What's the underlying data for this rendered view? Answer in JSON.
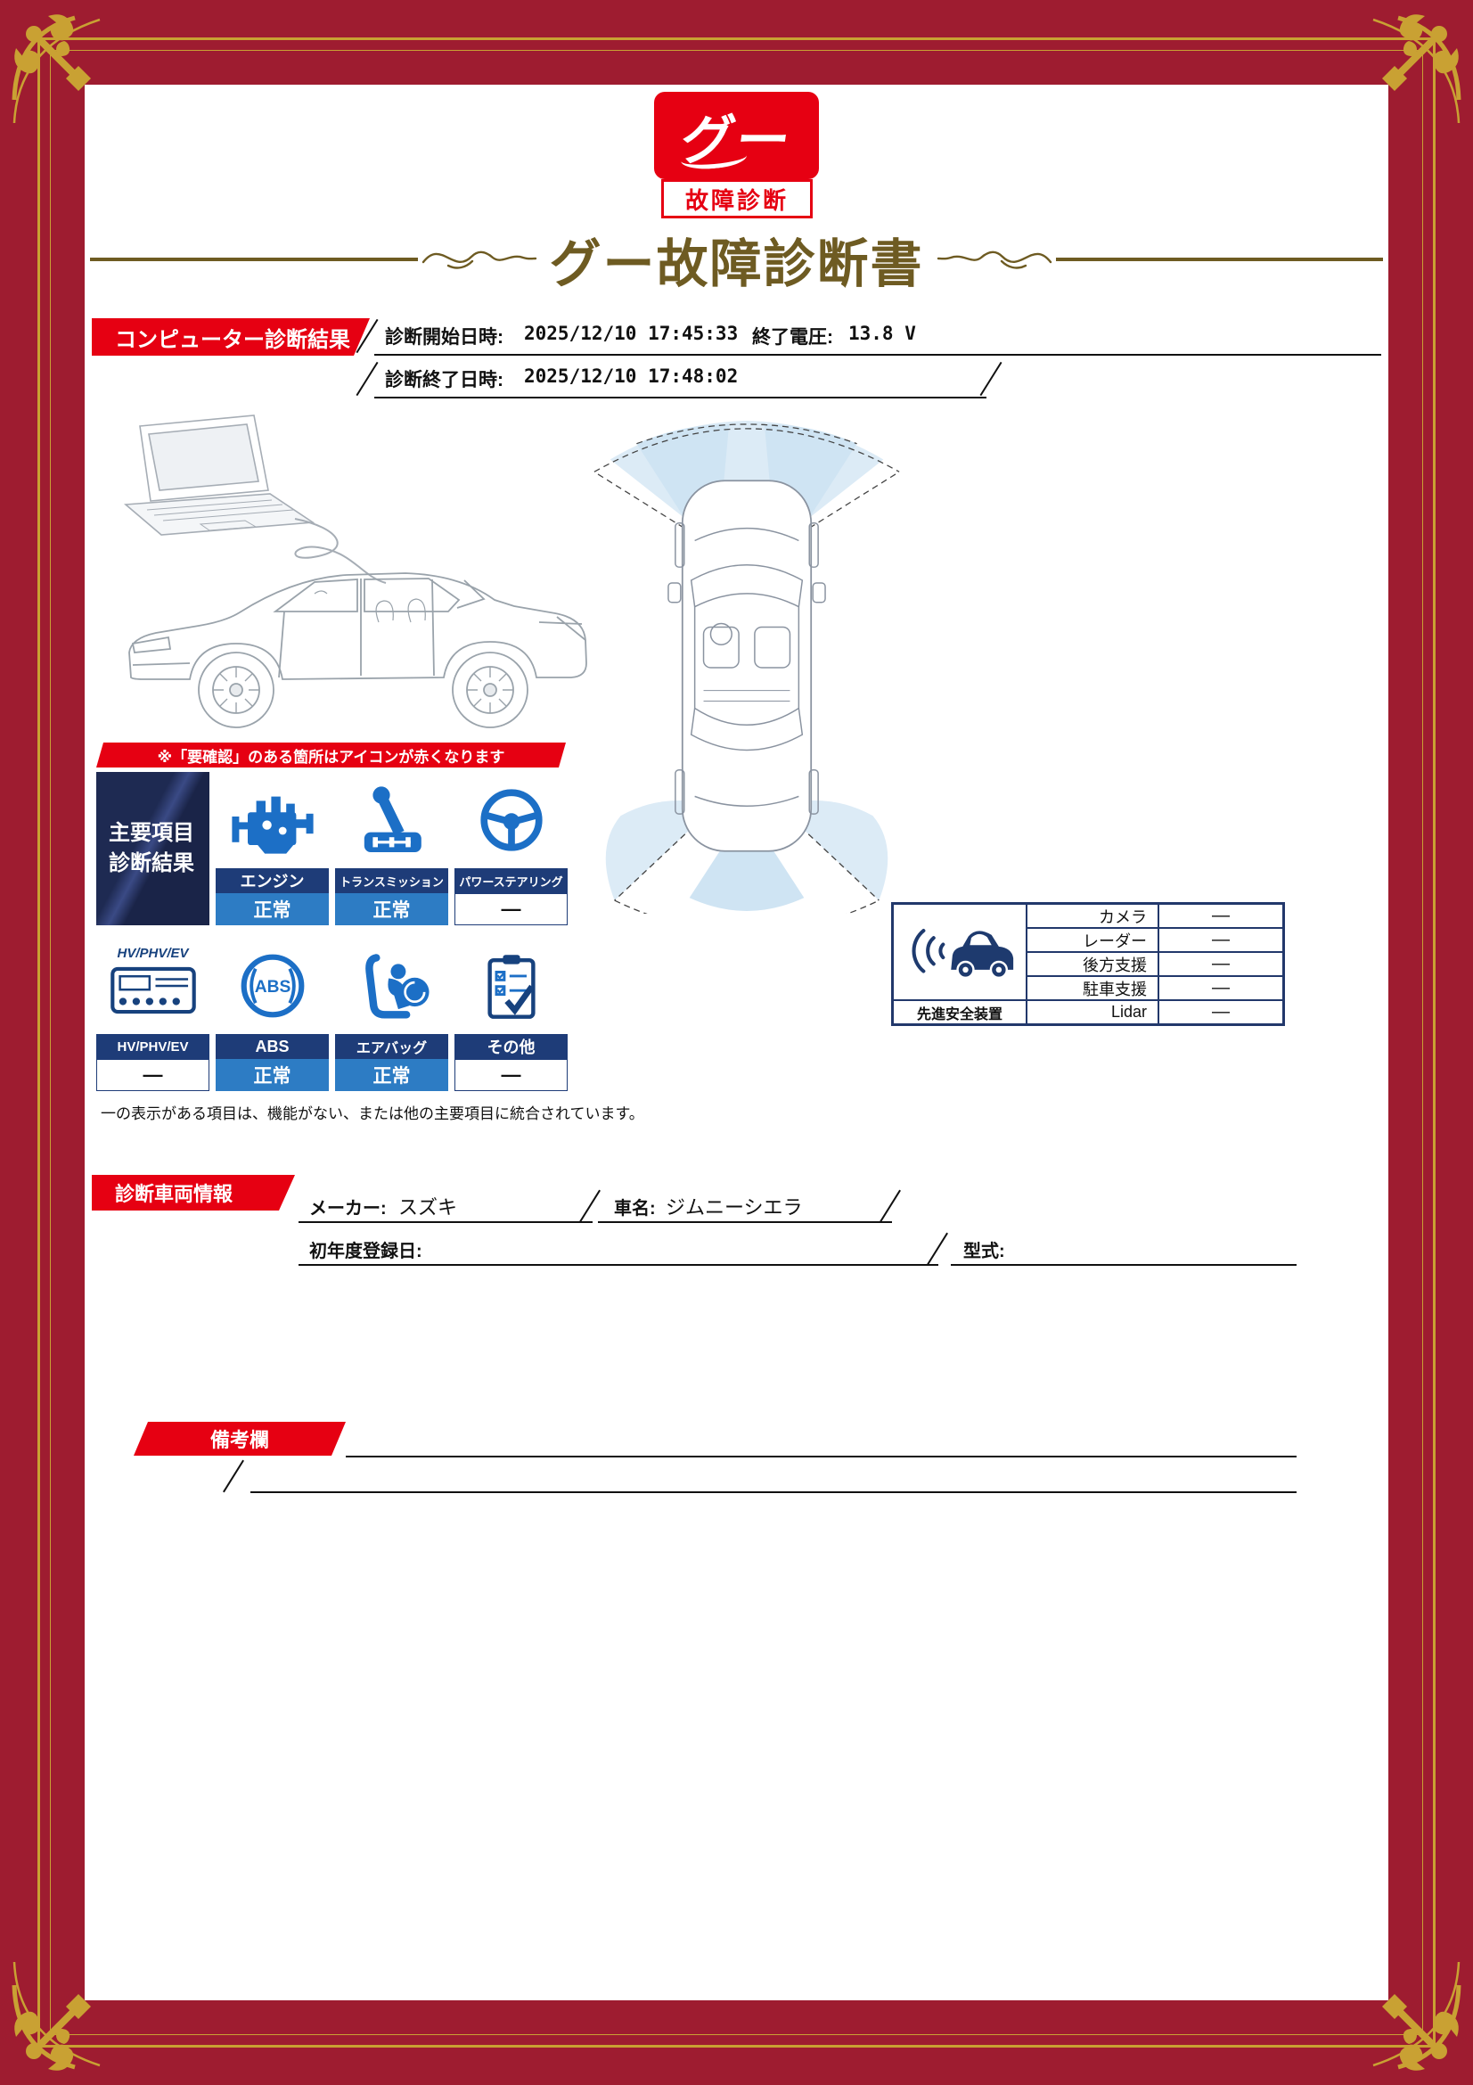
{
  "colors": {
    "frame_red": "#9e1c30",
    "accent_red": "#e60012",
    "gold": "#c9a133",
    "navy": "#1e3c78",
    "status_blue": "#2d7cc4",
    "title_brown": "#6e5b22",
    "icon_blue": "#1c6fc6"
  },
  "logo": {
    "mark": "グー",
    "caption": "故障診断"
  },
  "title": "グー故障診断書",
  "computer_diagnosis": {
    "banner": "コンピューター診断結果",
    "start_label": "診断開始日時:",
    "start_value": "2025/12/10 17:45:33",
    "voltage_label": "終了電圧:",
    "voltage_value": "13.8 V",
    "end_label": "診断終了日時:",
    "end_value": "2025/12/10 17:48:02"
  },
  "warning_banner": "※「要確認」のある箇所はアイコンが赤くなります",
  "main_results": {
    "header_line1": "主要項目",
    "header_line2": "診断結果",
    "items": [
      {
        "icon": "engine-icon",
        "label": "エンジン",
        "status": "正常"
      },
      {
        "icon": "transmission-icon",
        "label": "トランスミッション",
        "status": "正常"
      },
      {
        "icon": "power-steering-icon",
        "label": "パワーステアリング",
        "status": "—"
      },
      {
        "icon": "hv-phv-ev-icon",
        "label": "HV/PHV/EV",
        "status": "—",
        "caption": "HV/PHV/EV"
      },
      {
        "icon": "abs-icon",
        "label": "ABS",
        "status": "正常",
        "icon_text": "ABS"
      },
      {
        "icon": "airbag-icon",
        "label": "エアバッグ",
        "status": "正常"
      },
      {
        "icon": "other-icon",
        "label": "その他",
        "status": "—"
      }
    ]
  },
  "safety_devices": {
    "label": "先進安全装置",
    "rows": [
      {
        "name": "カメラ",
        "value": "—"
      },
      {
        "name": "レーダー",
        "value": "—"
      },
      {
        "name": "後方支援",
        "value": "—"
      },
      {
        "name": "駐車支援",
        "value": "—"
      },
      {
        "name": "Lidar",
        "value": "—"
      }
    ]
  },
  "footnote": "一の表示がある項目は、機能がない、または他の主要項目に統合されています。",
  "vehicle_info": {
    "banner": "診断車両情報",
    "maker_label": "メーカー:",
    "maker_value": "スズキ",
    "car_name_label": "車名:",
    "car_name_value": "ジムニーシエラ",
    "first_registration_label": "初年度登録日:",
    "model_label": "型式:"
  },
  "remarks": {
    "banner": "備考欄"
  }
}
